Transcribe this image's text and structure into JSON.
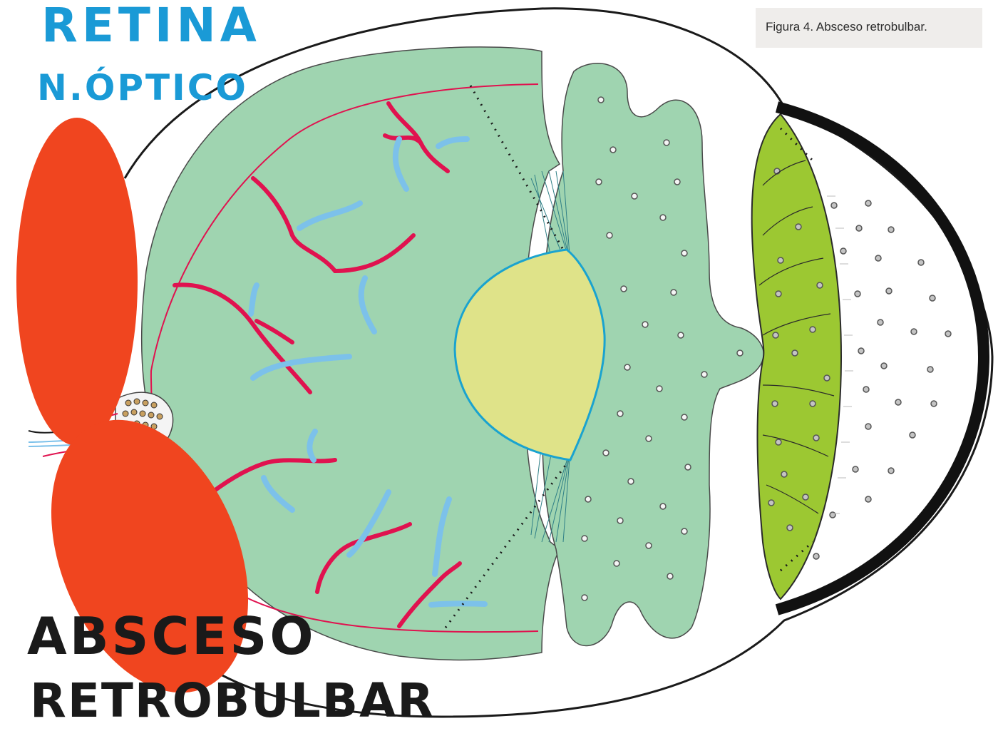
{
  "figure": {
    "caption": "Figura 4. Absceso retrobulbar.",
    "title_top_line1": "RETINA",
    "title_top_line2": "N.ÓPTICO",
    "title_bottom_line1": "ABSCESO",
    "title_bottom_line2": "RETROBULBAR"
  },
  "colors": {
    "abscess": "#f0451f",
    "vitreous": "#9fd4b0",
    "retina_vessel_red": "#e0124f",
    "retina_vessel_blue": "#7cc1ea",
    "lens": "#dfe389",
    "lens_border": "#1aa3cf",
    "iris_green": "#9cc832",
    "cornea": "#111111",
    "title_blue": "#1a9ad6",
    "title_black": "#1a1a1a"
  }
}
